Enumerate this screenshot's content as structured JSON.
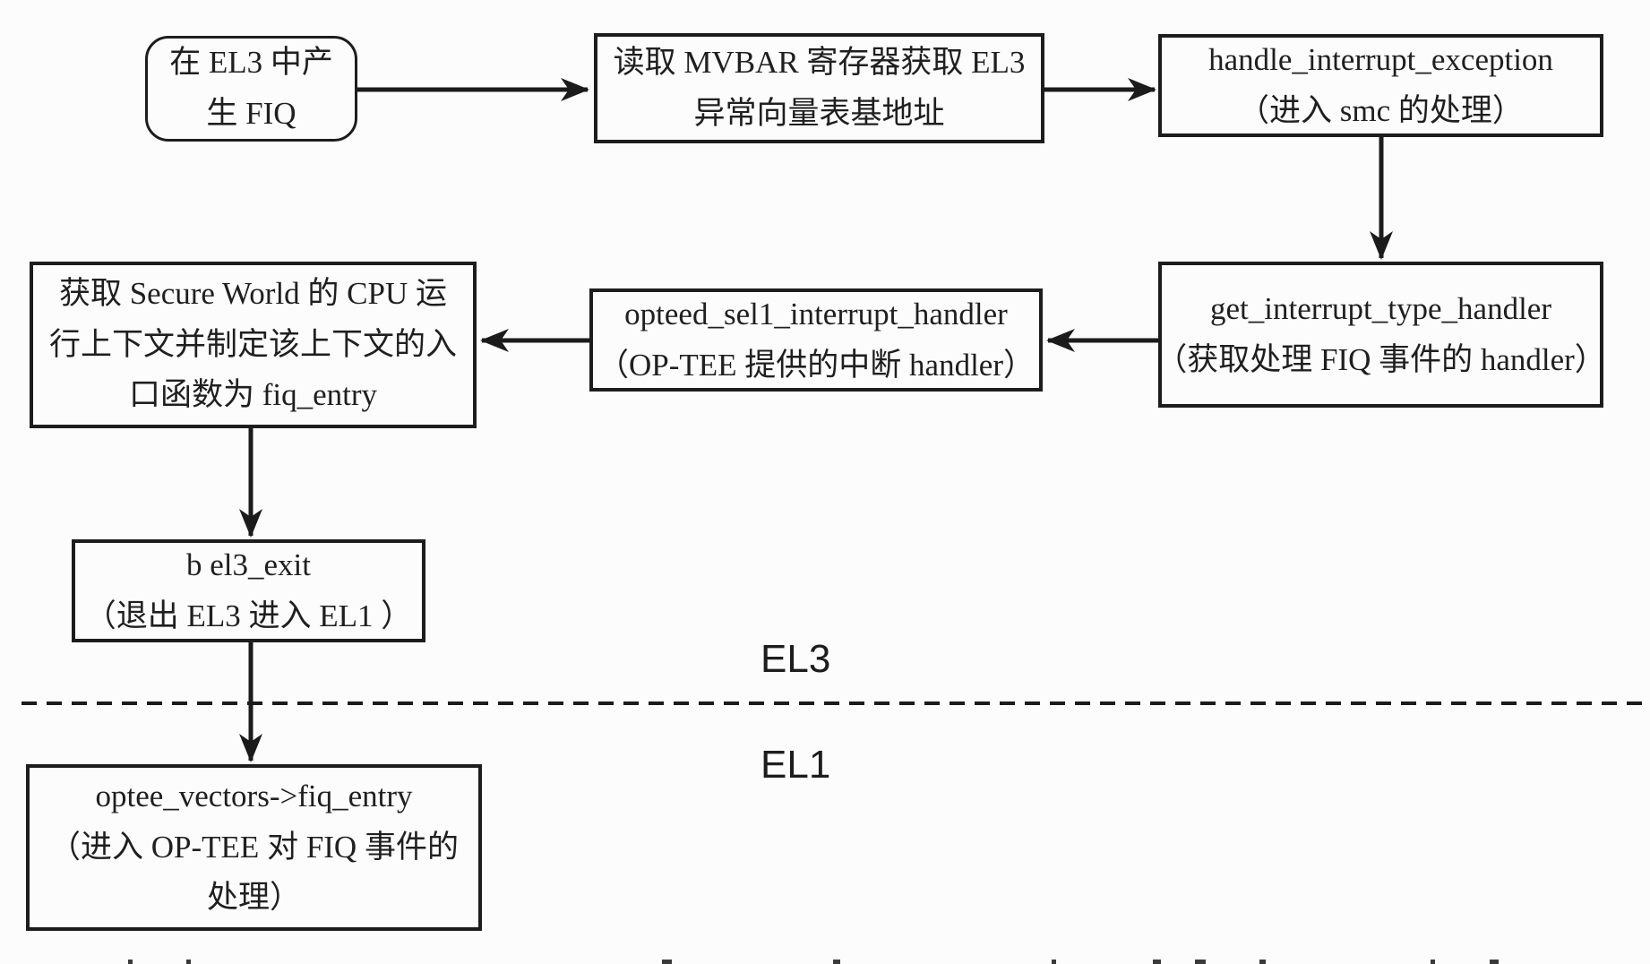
{
  "diagram": {
    "colors": {
      "ink": "#1d1d1d",
      "background": "#fcfcfc"
    },
    "nodes": {
      "fiq_el3": {
        "shape": "rounded",
        "lines": [
          "在 EL3 中产",
          "生 FIQ"
        ]
      },
      "read_mvbar": {
        "shape": "rect",
        "lines": [
          "读取 MVBAR 寄存器获取 EL3",
          "异常向量表基地址"
        ]
      },
      "handle_interrupt": {
        "shape": "rect",
        "lines": [
          "handle_interrupt_exception",
          "（进入 smc 的处理）"
        ]
      },
      "get_interrupt_type": {
        "shape": "rect",
        "lines": [
          "get_interrupt_type_handler",
          "（获取处理 FIQ 事件的 handler）"
        ]
      },
      "opteed_handler": {
        "shape": "rect",
        "lines": [
          "opteed_sel1_interrupt_handler",
          "（OP-TEE 提供的中断 handler）"
        ]
      },
      "secure_context": {
        "shape": "rect",
        "lines": [
          "获取 Secure World 的 CPU 运",
          "行上下文并制定该上下文的入",
          "口函数为 fiq_entry"
        ]
      },
      "b_el3_exit": {
        "shape": "rect",
        "lines": [
          "b el3_exit",
          "（退出 EL3 进入 EL1 ）"
        ]
      },
      "optee_vectors": {
        "shape": "rect",
        "lines": [
          "optee_vectors->fiq_entry",
          "（进入 OP-TEE 对 FIQ 事件的",
          "处理）"
        ]
      }
    },
    "region_labels": {
      "upper": "EL3",
      "lower": "EL1"
    },
    "edges": [
      {
        "from": "fiq_el3",
        "to": "read_mvbar",
        "direction": "right"
      },
      {
        "from": "read_mvbar",
        "to": "handle_interrupt",
        "direction": "right"
      },
      {
        "from": "handle_interrupt",
        "to": "get_interrupt_type",
        "direction": "down"
      },
      {
        "from": "get_interrupt_type",
        "to": "opteed_handler",
        "direction": "left"
      },
      {
        "from": "opteed_handler",
        "to": "secure_context",
        "direction": "left"
      },
      {
        "from": "secure_context",
        "to": "b_el3_exit",
        "direction": "down"
      },
      {
        "from": "b_el3_exit",
        "to": "optee_vectors",
        "direction": "down",
        "crosses": "el3-el1-boundary"
      }
    ]
  }
}
